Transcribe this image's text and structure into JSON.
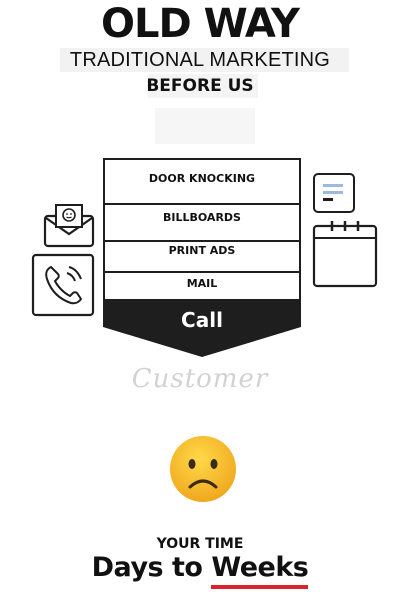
{
  "header": {
    "title": "OLD WAY",
    "subtitle": "TRADITIONAL MARKETING",
    "before": "BEFORE US"
  },
  "funnel": {
    "items": [
      {
        "label": "DOOR KNOCKING"
      },
      {
        "label": "BILLBOARDS"
      },
      {
        "label": "PRINT ADS"
      },
      {
        "label": "MAIL"
      }
    ],
    "outcome": "Call"
  },
  "customer_label": "Customer",
  "icons": {
    "left": [
      "envelope-icon",
      "phone-icon"
    ],
    "right": [
      "document-icon",
      "calendar-icon"
    ],
    "mood": "sad-face-emoji"
  },
  "footer": {
    "label": "YOUR TIME",
    "prefix": "Days to ",
    "highlight": "Weeks"
  },
  "colors": {
    "text": "#111111",
    "funnel_fill": "#1e1e1e",
    "underline": "#d9232f",
    "customer": "#d2d2d2",
    "emoji": "#f7b928"
  }
}
